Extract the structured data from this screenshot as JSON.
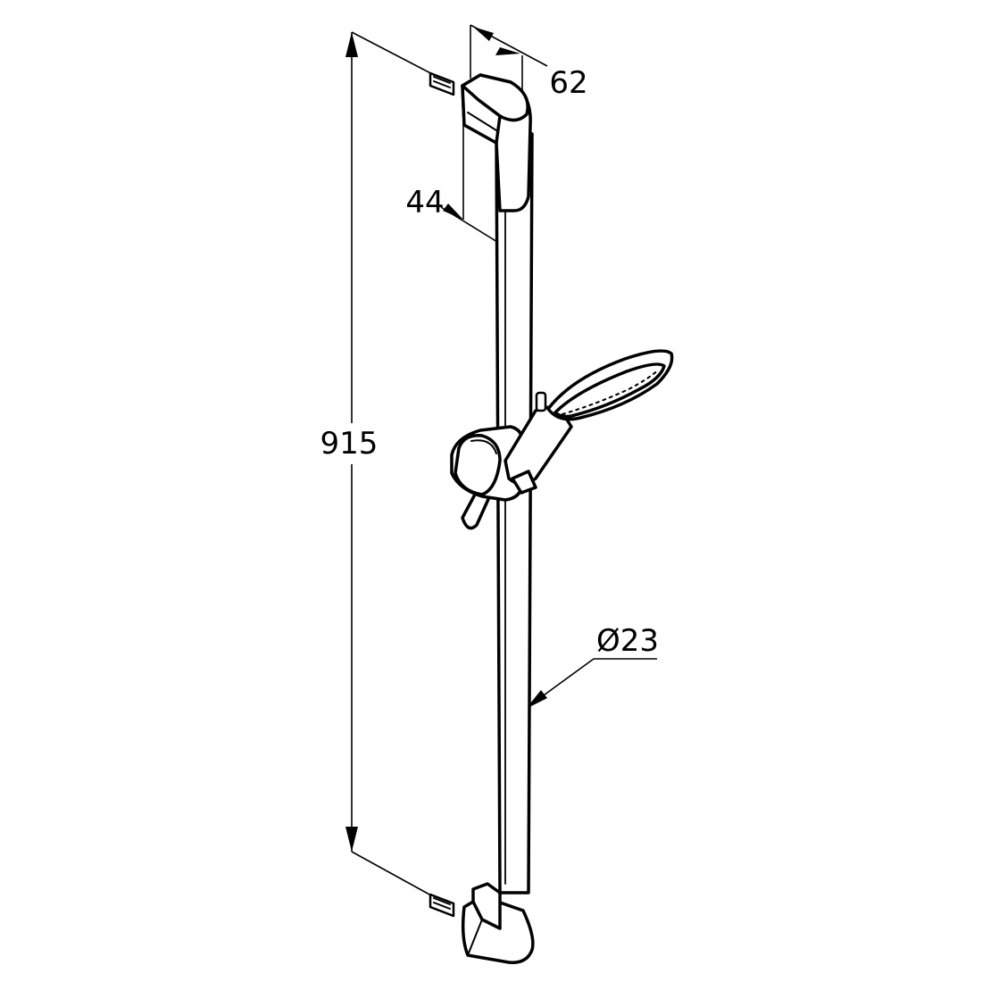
{
  "dimensions": {
    "overall_length": "915",
    "bracket_depth": "62",
    "bracket_width": "44",
    "rail_diameter": "Ø23"
  },
  "colors": {
    "line": "#000000",
    "background": "#ffffff"
  }
}
